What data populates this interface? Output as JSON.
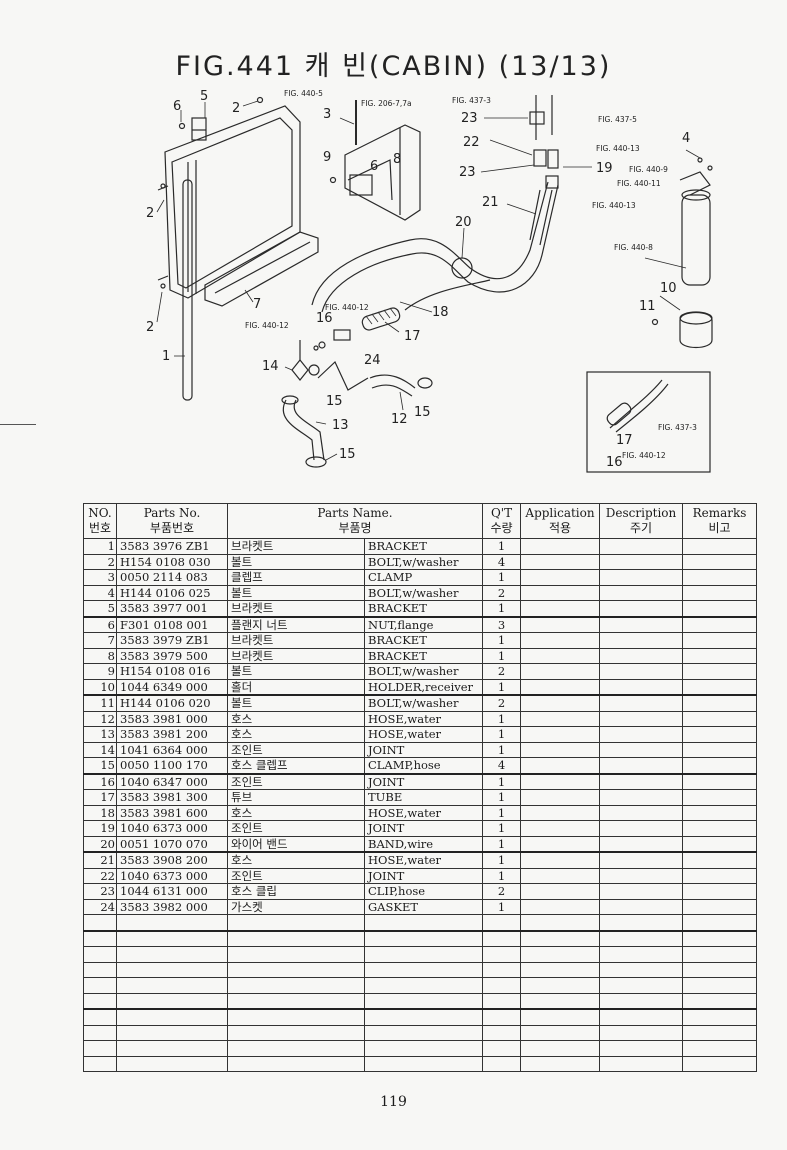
{
  "title": "FIG.441 캐 빈(CABIN) (13/13)",
  "page_number": "119",
  "callouts": {
    "n1": "1",
    "n2a": "2",
    "n2b": "2",
    "n2c": "2",
    "n3": "3",
    "n4": "4",
    "n5": "5",
    "n6a": "6",
    "n6b": "6",
    "n7": "7",
    "n8": "8",
    "n9": "9",
    "n10": "10",
    "n11": "11",
    "n12": "12",
    "n13": "13",
    "n14": "14",
    "n15a": "15",
    "n15b": "15",
    "n15c": "15",
    "n16": "16",
    "n17": "17",
    "n18": "18",
    "n19": "19",
    "n20": "20",
    "n21": "21",
    "n22": "22",
    "n23a": "23",
    "n23b": "23",
    "n24": "24",
    "n16d": "16",
    "n17d": "17"
  },
  "fig_refs": {
    "r1": "FIG. 440-5",
    "r2": "FIG. 206-7,7a",
    "r3": "FIG. 437-3",
    "r4": "FIG. 437-5",
    "r5": "FIG. 440-13",
    "r6": "FIG. 440-9",
    "r7": "FIG. 440-11",
    "r8": "FIG. 440-13",
    "r9": "FIG. 440-8",
    "r10": "FIG. 440-12",
    "r11": "FIG. 440-12",
    "r12": "FIG. 437-3",
    "r13": "FIG. 440-12"
  },
  "table": {
    "headers": {
      "no_en": "NO.",
      "no_ko": "번호",
      "part_no_en": "Parts No.",
      "part_no_ko": "부품번호",
      "name_en": "Parts Name.",
      "name_ko": "부품명",
      "qty_en": "Q'T",
      "qty_ko": "수량",
      "app_en": "Application",
      "app_ko": "적용",
      "desc_en": "Description",
      "desc_ko": "주기",
      "rem_en": "Remarks",
      "rem_ko": "비고"
    },
    "rows": [
      {
        "no": "1",
        "part": "3583 3976 ZB1",
        "name_ko": "브라켓트",
        "name_en": "BRACKET",
        "qty": "1"
      },
      {
        "no": "2",
        "part": "H154 0108 030",
        "name_ko": "볼트",
        "name_en": "BOLT,w/washer",
        "qty": "4"
      },
      {
        "no": "3",
        "part": "0050 2114 083",
        "name_ko": "클렙프",
        "name_en": "CLAMP",
        "qty": "1"
      },
      {
        "no": "4",
        "part": "H144 0106 025",
        "name_ko": "볼트",
        "name_en": "BOLT,w/washer",
        "qty": "2"
      },
      {
        "no": "5",
        "part": "3583 3977 001",
        "name_ko": "브라켓트",
        "name_en": "BRACKET",
        "qty": "1"
      },
      {
        "no": "6",
        "part": "F301 0108 001",
        "name_ko": "플랜지 너트",
        "name_en": "NUT,flange",
        "qty": "3"
      },
      {
        "no": "7",
        "part": "3583 3979 ZB1",
        "name_ko": "브라켓트",
        "name_en": "BRACKET",
        "qty": "1"
      },
      {
        "no": "8",
        "part": "3583 3979 500",
        "name_ko": "브라켓트",
        "name_en": "BRACKET",
        "qty": "1"
      },
      {
        "no": "9",
        "part": "H154 0108 016",
        "name_ko": "볼트",
        "name_en": "BOLT,w/washer",
        "qty": "2"
      },
      {
        "no": "10",
        "part": "1044 6349 000",
        "name_ko": "홀더",
        "name_en": "HOLDER,receiver",
        "qty": "1"
      },
      {
        "no": "11",
        "part": "H144 0106 020",
        "name_ko": "볼트",
        "name_en": "BOLT,w/washer",
        "qty": "2"
      },
      {
        "no": "12",
        "part": "3583 3981 000",
        "name_ko": "호스",
        "name_en": "HOSE,water",
        "qty": "1"
      },
      {
        "no": "13",
        "part": "3583 3981 200",
        "name_ko": "호스",
        "name_en": "HOSE,water",
        "qty": "1"
      },
      {
        "no": "14",
        "part": "1041 6364 000",
        "name_ko": "조인트",
        "name_en": "JOINT",
        "qty": "1"
      },
      {
        "no": "15",
        "part": "0050 1100 170",
        "name_ko": "호스 클렙프",
        "name_en": "CLAMP,hose",
        "qty": "4"
      },
      {
        "no": "16",
        "part": "1040 6347 000",
        "name_ko": "조인트",
        "name_en": "JOINT",
        "qty": "1"
      },
      {
        "no": "17",
        "part": "3583 3981 300",
        "name_ko": "튜브",
        "name_en": "TUBE",
        "qty": "1"
      },
      {
        "no": "18",
        "part": "3583 3981 600",
        "name_ko": "호스",
        "name_en": "HOSE,water",
        "qty": "1"
      },
      {
        "no": "19",
        "part": "1040 6373 000",
        "name_ko": "조인트",
        "name_en": "JOINT",
        "qty": "1"
      },
      {
        "no": "20",
        "part": "0051 1070 070",
        "name_ko": "와이어 밴드",
        "name_en": "BAND,wire",
        "qty": "1"
      },
      {
        "no": "21",
        "part": "3583 3908 200",
        "name_ko": "호스",
        "name_en": "HOSE,water",
        "qty": "1"
      },
      {
        "no": "22",
        "part": "1040 6373 000",
        "name_ko": "조인트",
        "name_en": "JOINT",
        "qty": "1"
      },
      {
        "no": "23",
        "part": "1044 6131 000",
        "name_ko": "호스 클립",
        "name_en": "CLIP,hose",
        "qty": "2"
      },
      {
        "no": "24",
        "part": "3583 3982 000",
        "name_ko": "가스켓",
        "name_en": "GASKET",
        "qty": "1"
      }
    ]
  }
}
